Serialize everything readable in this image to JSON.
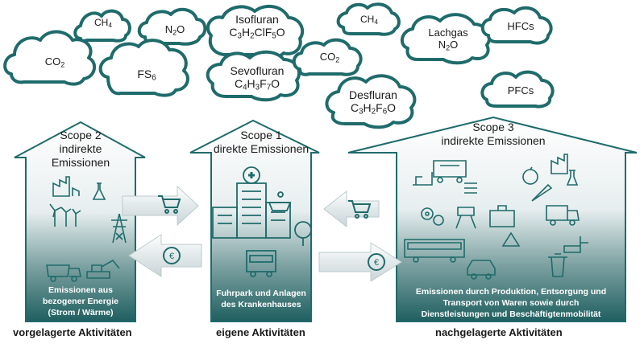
{
  "clouds": [
    {
      "main": "CH",
      "sub": "4",
      "rest": ""
    },
    {
      "main": "N",
      "sub": "2",
      "rest": "O"
    },
    {
      "main": "CO",
      "sub": "2",
      "rest": ""
    },
    {
      "main": "FS",
      "sub": "6",
      "rest": ""
    },
    {
      "line1": "Isofluran",
      "f1": "C",
      "s1": "3",
      "f2": "H",
      "s2": "2",
      "f3": "ClF",
      "s3": "5",
      "f4": "O"
    },
    {
      "line1": "Sevofluran",
      "f1": "C",
      "s1": "4",
      "f2": "H",
      "s2": "3",
      "f3": "F",
      "s3": "7",
      "f4": "O"
    },
    {
      "main": "CO",
      "sub": "2",
      "rest": ""
    },
    {
      "main": "CH",
      "sub": "4",
      "rest": ""
    },
    {
      "line1": "Desfluran",
      "f1": "C",
      "s1": "3",
      "f2": "H",
      "s2": "2",
      "f3": "F",
      "s3": "6",
      "f4": "O"
    },
    {
      "line1": "Lachgas",
      "f1": "N",
      "s1": "2",
      "f2": "O",
      "s2": "",
      "f3": "",
      "s3": "",
      "f4": ""
    },
    {
      "main": "HFCs",
      "sub": "",
      "rest": ""
    },
    {
      "main": "PFCs",
      "sub": "",
      "rest": ""
    }
  ],
  "scopes": {
    "scope2": {
      "title": "Scope 2",
      "subtitle": "indirekte Emissionen",
      "description": [
        "Emissionen aus",
        "bezogener Energie",
        "(Strom / Wärme)"
      ],
      "bottom": "vorgelagerte Aktivitäten"
    },
    "scope1": {
      "title": "Scope 1",
      "subtitle": "direkte Emissionen",
      "description": [
        "Fuhrpark und Anlagen",
        "des Krankenhauses"
      ],
      "bottom": "eigene Aktivitäten"
    },
    "scope3": {
      "title": "Scope 3",
      "subtitle": "indirekte Emissionen",
      "description": [
        "Emissionen durch Produktion, Entsorgung und",
        "Transport von Waren sowie durch",
        "Dienstleistungen und Beschäftigtenmobilität"
      ],
      "bottom": "nachgelagerte Aktivitäten"
    }
  },
  "colors": {
    "teal": "#1f6b6b",
    "cloud_stroke": "#1f6b6b",
    "arrow_fill": "#e9eef0"
  },
  "icons": [
    "factory-icon",
    "wind-turbine-icon",
    "power-pylon-icon",
    "lab-flask-icon",
    "coal-truck-icon",
    "excavator-icon",
    "hospital-icon",
    "solar-panel-icon",
    "tree-icon",
    "bus-icon",
    "shopping-cart-icon",
    "euro-coin-icon",
    "freight-train-icon",
    "apple-icon",
    "carrot-icon",
    "recycle-icon",
    "trash-bin-icon",
    "car-icon",
    "garbage-truck-icon",
    "conveyor-icon"
  ]
}
